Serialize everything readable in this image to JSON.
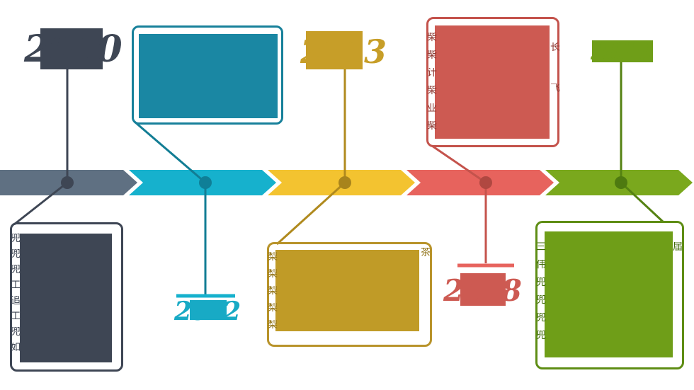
{
  "palette": {
    "slate_arrow": "#5f7082",
    "slate_dark": "#3e4654",
    "cyan_arrow": "#16b1cd",
    "teal_box": "#1a87a3",
    "yellow_arrow": "#f3c330",
    "mustard_box": "#c09b27",
    "red_arrow": "#e7635d",
    "red_box": "#cd5a52",
    "green_arrow": "#7aa81d",
    "green_box": "#6f9e18"
  },
  "milestones": [
    {
      "year": "2010",
      "theme_color": "#5f7082",
      "accent_color": "#3e4654",
      "box_fragments_left": [
        "兜",
        "兜",
        "兜",
        "工",
        "追",
        "工",
        "兜",
        "如"
      ],
      "box_fragments_right": []
    },
    {
      "year": "2012",
      "theme_color": "#16b1cd",
      "accent_color": "#1a87a3",
      "box_fragments_left": [],
      "box_fragments_right": []
    },
    {
      "year": "2013",
      "theme_color": "#f3c330",
      "accent_color": "#c09b27",
      "box_fragments_left": [
        "梨",
        "梨",
        "梨",
        "梨",
        "梨"
      ],
      "box_fragments_right": [
        "茶"
      ]
    },
    {
      "year": "2018",
      "theme_color": "#e7635d",
      "accent_color": "#cd5a52",
      "box_fragments_left": [
        "柴",
        "柴",
        "计",
        "柴",
        "业",
        "柴"
      ],
      "box_fragments_right": [
        "长",
        "飞"
      ]
    },
    {
      "year": "2019",
      "theme_color": "#7aa81d",
      "accent_color": "#6f9e18",
      "box_fragments_left": [
        "三",
        "伟",
        "兜",
        "兜",
        "兜",
        "兜"
      ],
      "box_fragments_right": [
        "届"
      ]
    }
  ]
}
